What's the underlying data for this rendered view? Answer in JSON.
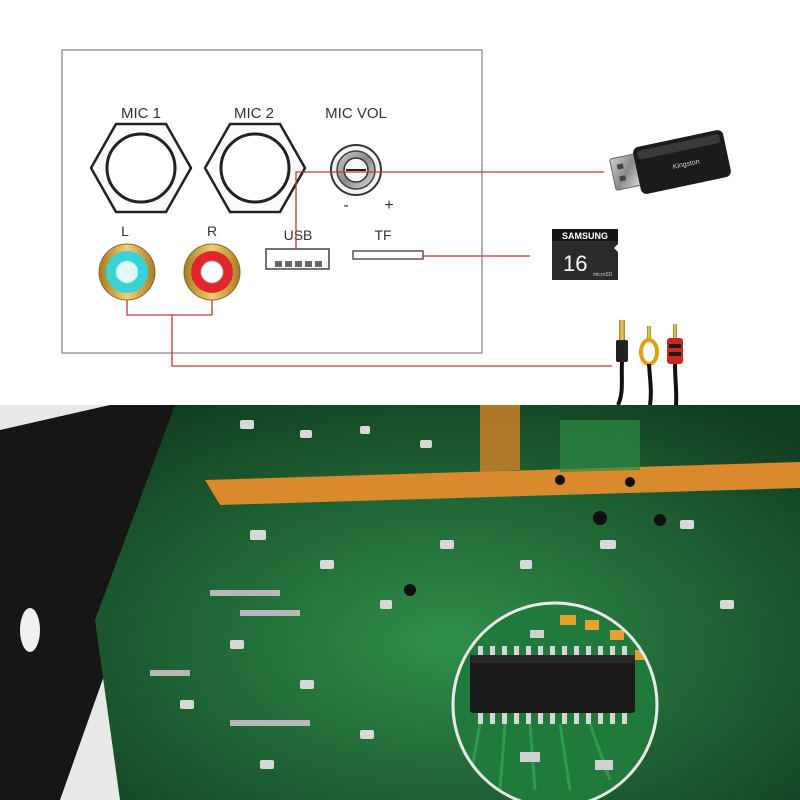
{
  "panel": {
    "mic1_label": "MIC 1",
    "mic2_label": "MIC 2",
    "mic_vol_label": "MIC VOL",
    "minus_label": "-",
    "plus_label": "+",
    "left_label": "L",
    "right_label": "R",
    "usb_label": "USB",
    "tf_label": "TF"
  },
  "accessories": {
    "usb_drive_brand": "Kingston",
    "sd_card_brand": "SAMSUNG",
    "sd_card_capacity": "16",
    "sd_card_type": "microSD"
  },
  "colors": {
    "panel_border": "#9a9a9a",
    "connector_line": "#c8323a",
    "rca_left": "#35d2d8",
    "rca_right": "#e0262a",
    "pcb_green": "#1c6a34",
    "pcb_copper": "#d88a2c",
    "chip": "#1a1a1a"
  }
}
